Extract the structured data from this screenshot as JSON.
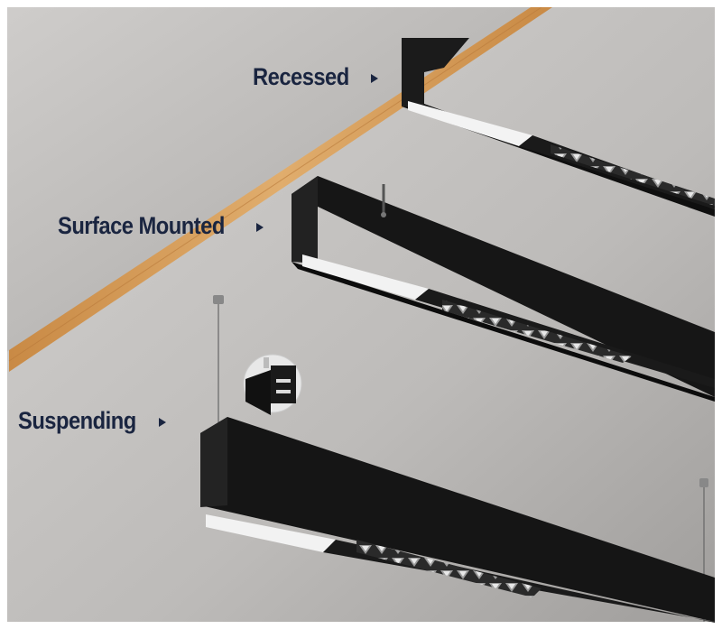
{
  "labels": {
    "recessed": "Recessed",
    "surface_mounted": "Surface Mounted",
    "suspending": "Suspending"
  },
  "colors": {
    "label_text": "#1a2540",
    "ceiling": "#c9c7c5",
    "wall": "#b8b6b4",
    "wood_edge": "#d59a55",
    "fixture_body": "#141414",
    "diffuser": "#f1f1f1"
  },
  "icons": {
    "label_arrow": "triangle-right-icon",
    "suspension_detail": "circular-detail-inset"
  }
}
